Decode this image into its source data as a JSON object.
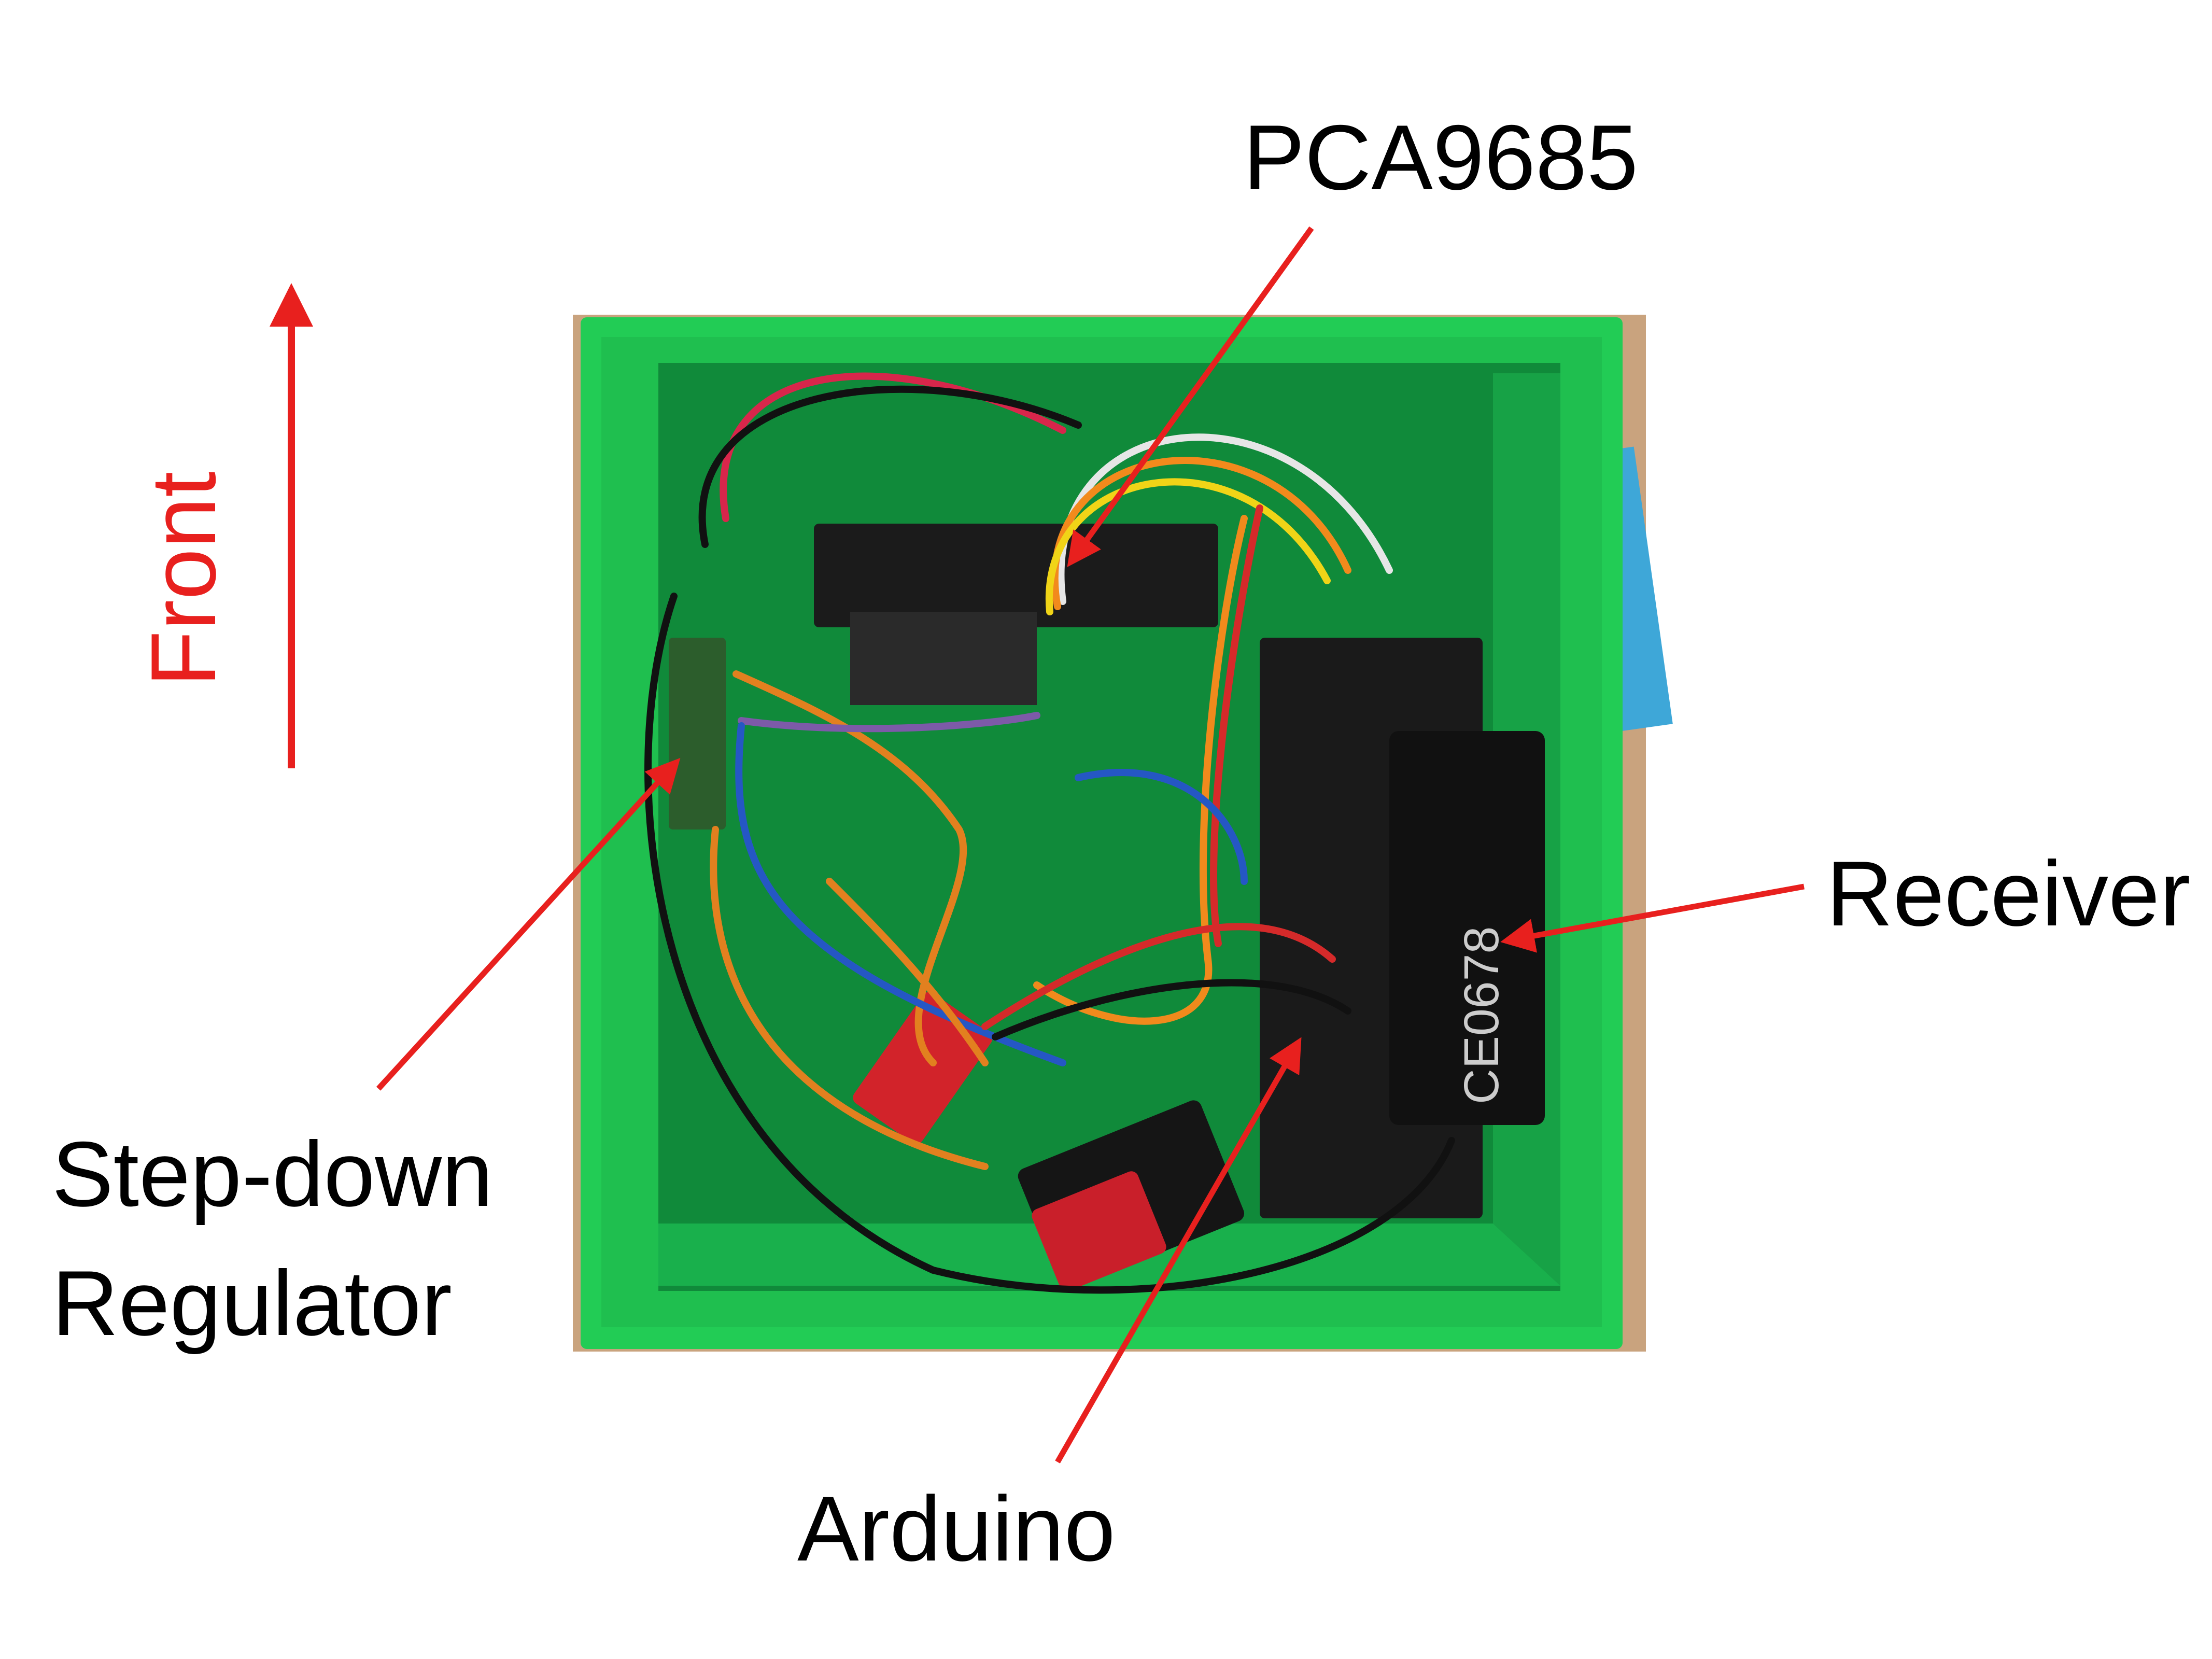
{
  "figure": {
    "photo_subject": "wiring inside green 3D-printed box",
    "annotation_color": "#e8201e",
    "text_color": "#000000",
    "box_color": "#1fd45a"
  },
  "labels": {
    "front": "Front",
    "pca9685": "PCA9685",
    "receiver": "Receiver",
    "stepdown_line1": "Step-down",
    "stepdown_line2": "Regulator",
    "arduino": "Arduino"
  },
  "receiver_marking": "CE0678"
}
